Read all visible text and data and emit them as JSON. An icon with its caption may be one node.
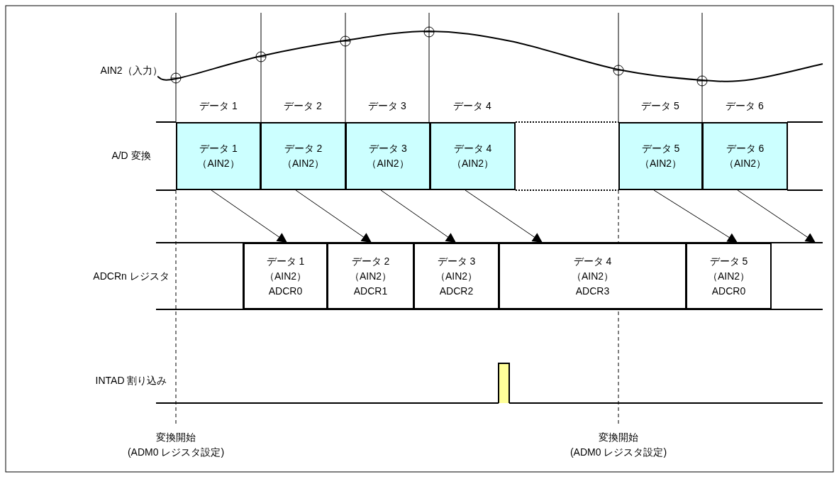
{
  "diagram": {
    "nodes": [
      {
        "text": [
          "データ 1",
          "（AIN2）"
        ]
      },
      {
        "text": [
          "データ 2",
          "（AIN2）"
        ]
      },
      {
        "text": [
          "データ 3",
          "（AIN2）"
        ]
      },
      {
        "text": [
          "データ 4",
          "（AIN2）"
        ]
      },
      {
        "text": [
          "データ 5",
          "（AIN2）"
        ]
      },
      {
        "text": [
          "データ 6",
          "（AIN2）"
        ]
      },
      {
        "text": [
          "データ 1",
          "（AIN2）",
          "ADCR0"
        ]
      },
      {
        "text": [
          "データ 2",
          "（AIN2）",
          "ADCR1"
        ]
      },
      {
        "text": [
          "データ 3",
          "（AIN2）",
          "ADCR2"
        ]
      },
      {
        "text": [
          "データ 4",
          "（AIN2）",
          "ADCR3"
        ]
      },
      {
        "text": [
          "データ 5",
          "（AIN2）",
          "ADCR0"
        ]
      }
    ],
    "edges": [
      {
        "from": 0,
        "to": 6,
        "arrow": "to"
      },
      {
        "from": 1,
        "to": 7,
        "arrow": "to"
      },
      {
        "from": 2,
        "to": 8,
        "arrow": "to"
      },
      {
        "from": 3,
        "to": 9,
        "arrow": "to"
      },
      {
        "from": 4,
        "to": 10,
        "arrow": "to"
      },
      {
        "from": 5,
        "to": null,
        "arrow": "to"
      }
    ],
    "labels": [
      "AIN2（入力）",
      "データ 1",
      "データ 2",
      "データ 3",
      "データ 4",
      "データ 5",
      "データ 6",
      "A/D 変換",
      "ADCRn レジスタ",
      "INTAD 割り込み",
      "変換開始",
      "(ADM0 レジスタ設定)",
      "変換開始",
      "(ADM0 レジスタ設定)"
    ]
  }
}
